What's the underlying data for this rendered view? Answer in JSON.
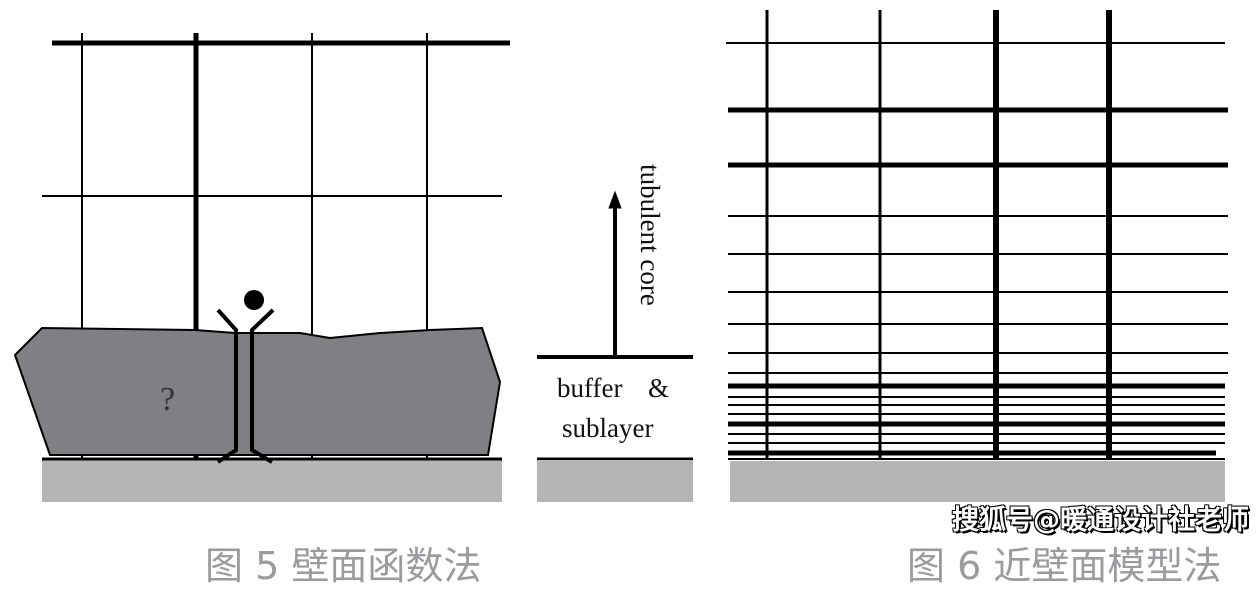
{
  "left_panel": {
    "unknown_mark": "?",
    "caption": "图 5 壁面函数法"
  },
  "middle_panel": {
    "core_label": "tubulent core",
    "buffer_label_line1": "buffer  &",
    "buffer_label_line2": "sublayer"
  },
  "right_panel": {
    "caption": "图 6 近壁面模型法"
  },
  "watermark": "搜狐号@暖通设计社老师",
  "colors": {
    "ground": "#b4b5b7",
    "blob": "#7f8083",
    "caption": "#9a9b9e"
  }
}
